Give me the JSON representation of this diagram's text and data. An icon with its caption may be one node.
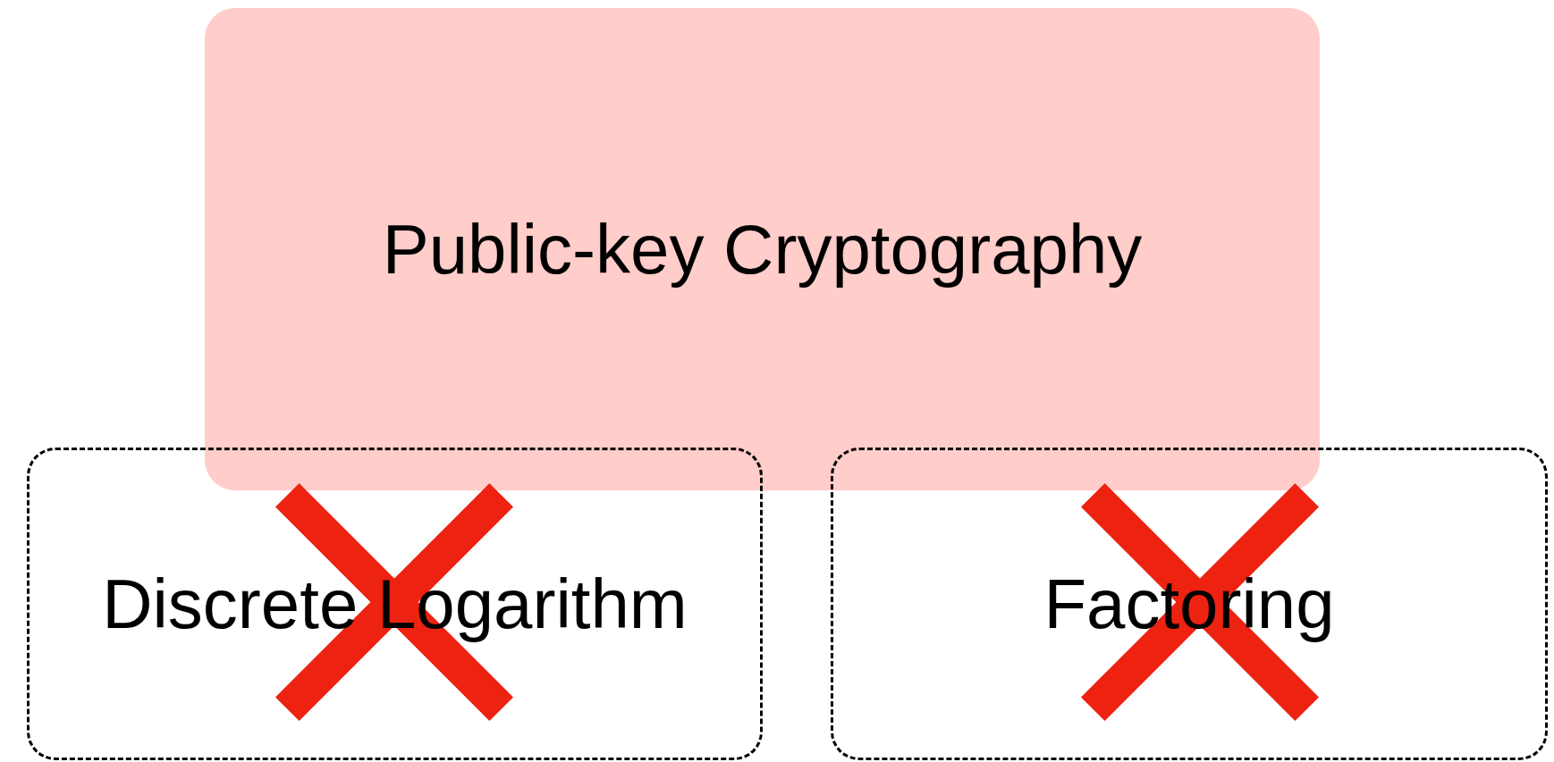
{
  "diagram": {
    "nodes": [
      {
        "text": [
          "Public-key Cryptography"
        ]
      },
      {
        "text": [
          "Discrete Logarithm"
        ]
      },
      {
        "text": [
          "Factoring"
        ]
      }
    ]
  }
}
